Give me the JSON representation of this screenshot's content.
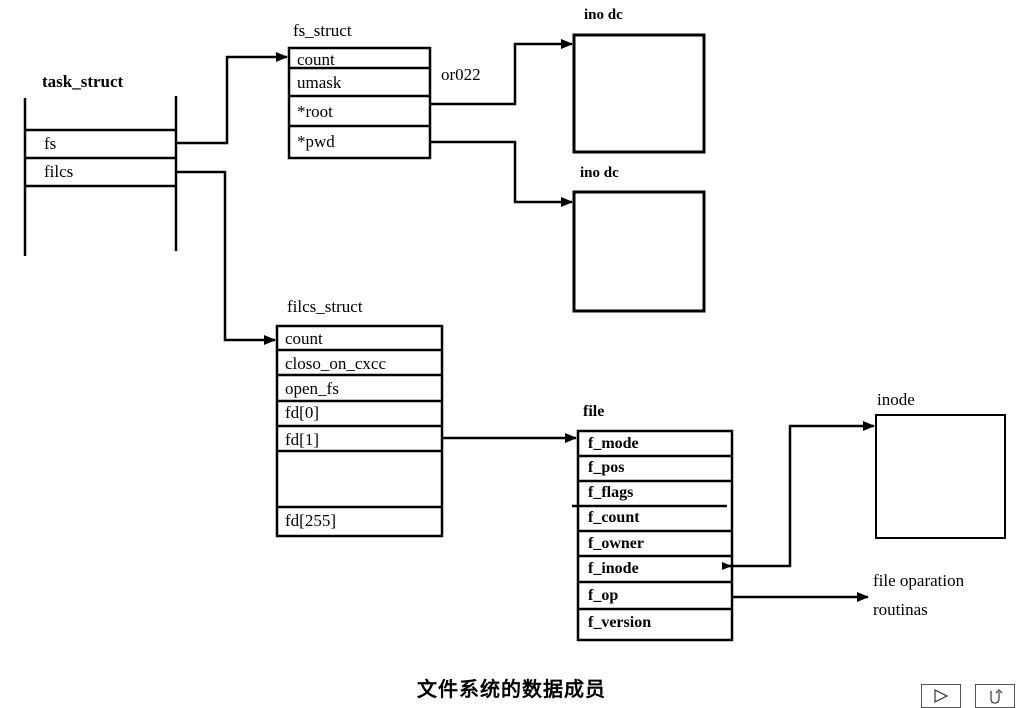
{
  "task_struct": {
    "title": "task_struct",
    "fields": [
      "fs",
      "filcs"
    ]
  },
  "fs_struct": {
    "title": "fs_struct",
    "fields": [
      "count",
      "umask",
      "*root",
      "*pwd"
    ]
  },
  "or_label": "or022",
  "inode_root": {
    "title": "ino dc"
  },
  "inode_pwd": {
    "title": "ino dc"
  },
  "files_struct": {
    "title": "filcs_struct",
    "fields": [
      "count",
      "closo_on_cxcc",
      "open_fs",
      "fd[0]",
      "fd[1]",
      "fd[255]"
    ]
  },
  "file": {
    "title": "file",
    "fields": [
      "f_mode",
      "f_pos",
      "f_flags",
      "f_count",
      "f_owner",
      "f_inode",
      "f_op",
      "f_version"
    ]
  },
  "inode": {
    "title": "inode"
  },
  "file_ops": {
    "line1": "file oparation",
    "line2": "routinas"
  },
  "caption": "文件系统的数据成员",
  "nav": {
    "play_icon": "play-icon",
    "return_icon": "return-icon"
  }
}
